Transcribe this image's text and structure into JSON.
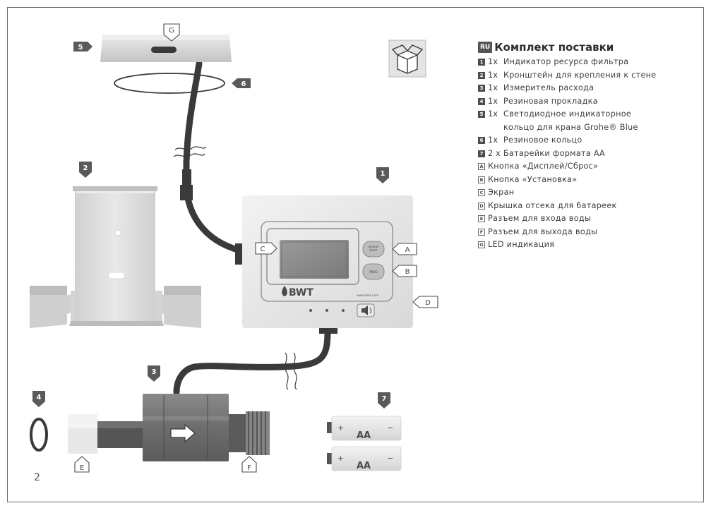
{
  "page_number": "2",
  "legend": {
    "lang": "RU",
    "title": "Комплект поставки",
    "items": [
      {
        "badge": "1",
        "qty": "1x",
        "text": "Индикатор ресурса фильтра"
      },
      {
        "badge": "2",
        "qty": "1x",
        "text": "Кронштейн для крепления к стене"
      },
      {
        "badge": "3",
        "qty": "1x",
        "text": "Измеритель расхода"
      },
      {
        "badge": "4",
        "qty": "1x",
        "text": "Резиновая прокладка"
      },
      {
        "badge": "5",
        "qty": "1x",
        "text": "Светодиодное индикаторное",
        "text2": "кольцо для крана Grohe® Blue"
      },
      {
        "badge": "6",
        "qty": "1x",
        "text": "Резиновое кольцо"
      },
      {
        "badge": "7",
        "qty": "2 x",
        "text": "Батарейки формата АА"
      },
      {
        "badge": "A",
        "text": "Кнопка «Дисплей/Сброс»"
      },
      {
        "badge": "B",
        "text": "Кнопка «Установка»"
      },
      {
        "badge": "C",
        "text": "Экран"
      },
      {
        "badge": "D",
        "text": "Крышка отсека для батареек"
      },
      {
        "badge": "E",
        "text": "Разъем для входа воды"
      },
      {
        "badge": "F",
        "text": "Разъем для выхода воды"
      },
      {
        "badge": "G",
        "text": "LED индикация"
      }
    ]
  },
  "diagram": {
    "labels": {
      "n1": "1",
      "n2": "2",
      "n3": "3",
      "n4": "4",
      "n5": "5",
      "n6": "6",
      "n7": "7",
      "A": "A",
      "B": "B",
      "C": "C",
      "D": "D",
      "E": "E",
      "F": "F",
      "G": "G"
    },
    "device": {
      "brand": "BWT",
      "url": "www.bwt.com",
      "button_a": "DISPLAY\nRESET",
      "button_b": "PROG"
    },
    "battery_label": "AA",
    "battery_plus": "+",
    "battery_minus": "−"
  },
  "colors": {
    "line": "#3a3a3a",
    "part_light": "#e6e6e6",
    "part_mid": "#c9c9c9",
    "part_dark": "#5a5a5a",
    "label_box": "#5a5a5a"
  }
}
